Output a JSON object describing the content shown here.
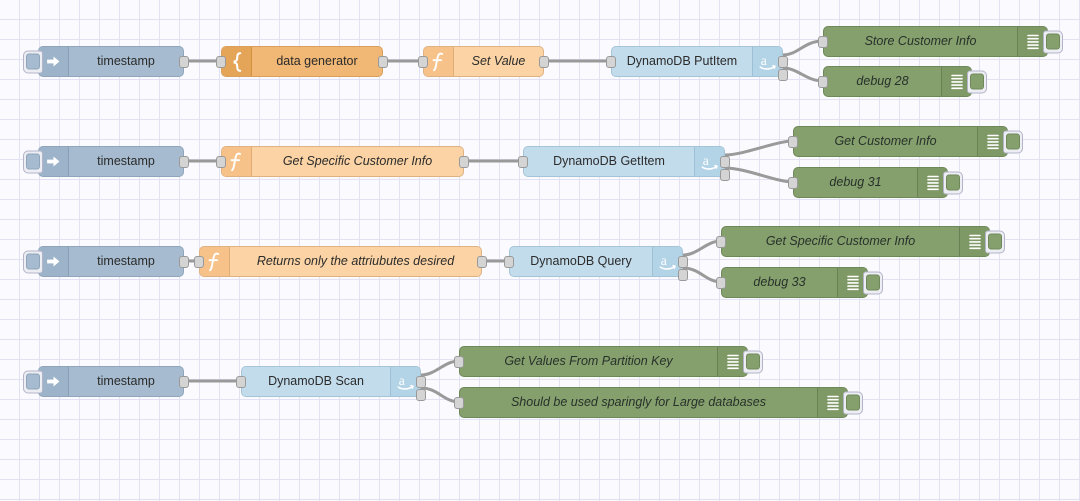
{
  "canvas": {
    "background": "#fbfbff",
    "grid_color": "#e2e2f2",
    "grid_size": 20
  },
  "palette": {
    "inject": "#a6bbcf",
    "template": "#f0b775",
    "function": "#fbd3a4",
    "aws": "#c3dcec",
    "debug": "#86a06d",
    "wire": "#9a9a9a",
    "port": "#d4d4d4"
  },
  "flows": [
    {
      "id": "flow-put-item",
      "nodes": [
        {
          "name": "inject-timestamp-1",
          "type": "inject",
          "label": "timestamp",
          "icon": "inject-arrow-icon",
          "italic": false
        },
        {
          "name": "template-data-generator",
          "type": "template",
          "label": "data generator",
          "icon": "template-brace-icon",
          "italic": false
        },
        {
          "name": "function-set-value",
          "type": "function",
          "label": "Set Value",
          "icon": "function-f-icon",
          "italic": true
        },
        {
          "name": "aws-dynamodb-putitem",
          "type": "aws",
          "label": "DynamoDB PutItem",
          "icon": "amazon-a-icon",
          "italic": false
        },
        {
          "name": "debug-store-customer-info",
          "type": "debug",
          "label": "Store Customer Info",
          "icon": "debug-lines-icon",
          "italic": true
        },
        {
          "name": "debug-28",
          "type": "debug",
          "label": "debug 28",
          "icon": "debug-lines-icon",
          "italic": true
        }
      ]
    },
    {
      "id": "flow-get-item",
      "nodes": [
        {
          "name": "inject-timestamp-2",
          "type": "inject",
          "label": "timestamp",
          "icon": "inject-arrow-icon",
          "italic": false
        },
        {
          "name": "function-get-specific-customer-info",
          "type": "function",
          "label": "Get Specific Customer Info",
          "icon": "function-f-icon",
          "italic": true
        },
        {
          "name": "aws-dynamodb-getitem",
          "type": "aws",
          "label": "DynamoDB GetItem",
          "icon": "amazon-a-icon",
          "italic": false
        },
        {
          "name": "debug-get-customer-info",
          "type": "debug",
          "label": "Get Customer Info",
          "icon": "debug-lines-icon",
          "italic": true
        },
        {
          "name": "debug-31",
          "type": "debug",
          "label": "debug 31",
          "icon": "debug-lines-icon",
          "italic": true
        }
      ]
    },
    {
      "id": "flow-query",
      "nodes": [
        {
          "name": "inject-timestamp-3",
          "type": "inject",
          "label": "timestamp",
          "icon": "inject-arrow-icon",
          "italic": false
        },
        {
          "name": "function-returns-only-attributes-desired",
          "type": "function",
          "label": "Returns only the attriubutes desired",
          "icon": "function-f-icon",
          "italic": true
        },
        {
          "name": "aws-dynamodb-query",
          "type": "aws",
          "label": "DynamoDB Query",
          "icon": "amazon-a-icon",
          "italic": false
        },
        {
          "name": "debug-get-specific-customer-info",
          "type": "debug",
          "label": "Get Specific Customer Info",
          "icon": "debug-lines-icon",
          "italic": true
        },
        {
          "name": "debug-33",
          "type": "debug",
          "label": "debug 33",
          "icon": "debug-lines-icon",
          "italic": true
        }
      ]
    },
    {
      "id": "flow-scan",
      "nodes": [
        {
          "name": "inject-timestamp-4",
          "type": "inject",
          "label": "timestamp",
          "icon": "inject-arrow-icon",
          "italic": false
        },
        {
          "name": "aws-dynamodb-scan",
          "type": "aws",
          "label": "DynamoDB Scan",
          "icon": "amazon-a-icon",
          "italic": false
        },
        {
          "name": "debug-get-values-from-partition-key",
          "type": "debug",
          "label": "Get Values From Partition Key",
          "icon": "debug-lines-icon",
          "italic": true
        },
        {
          "name": "debug-should-be-used-sparingly",
          "type": "debug",
          "label": "Should be used sparingly for Large databases",
          "icon": "debug-lines-icon",
          "italic": true
        }
      ]
    }
  ]
}
